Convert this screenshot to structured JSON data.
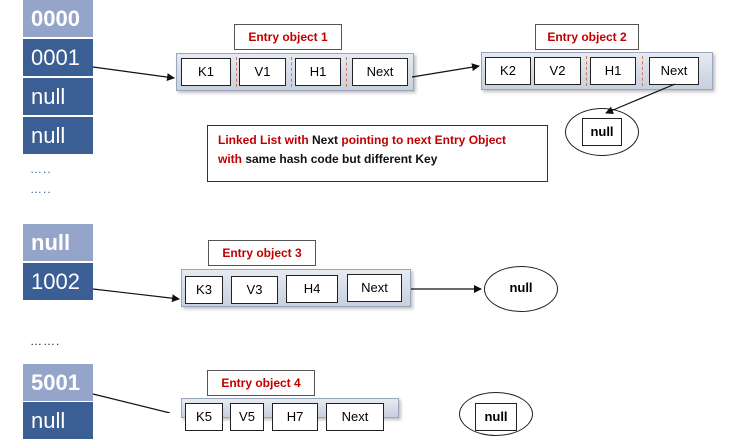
{
  "buckets": [
    "0000",
    "0001",
    "null",
    "null",
    "null",
    "1002",
    "5001",
    "null"
  ],
  "ellipsis": {
    "dots_a": "…..",
    "dots_b": "…..",
    "dots_c": "……."
  },
  "entries": [
    {
      "label": "Entry object 1",
      "key": "K1",
      "value": "V1",
      "hash": "H1",
      "next": "Next"
    },
    {
      "label": "Entry object 2",
      "key": "K2",
      "value": "V2",
      "hash": "H1",
      "next": "Next"
    },
    {
      "label": "Entry object 3",
      "key": "K3",
      "value": "V3",
      "hash": "H4",
      "next": "Next"
    },
    {
      "label": "Entry object 4",
      "key": "K5",
      "value": "V5",
      "hash": "H7",
      "next": "Next"
    }
  ],
  "null_label": "null",
  "note": {
    "p1": "Linked List with ",
    "p2": "Next",
    "p3": " pointing to next Entry Object",
    "p4": "with",
    "p5": " same hash code but different Key"
  },
  "colors": {
    "bucket_light": "#95a5c9",
    "bucket_dark": "#3b5e94",
    "label_text": "#c00000"
  }
}
